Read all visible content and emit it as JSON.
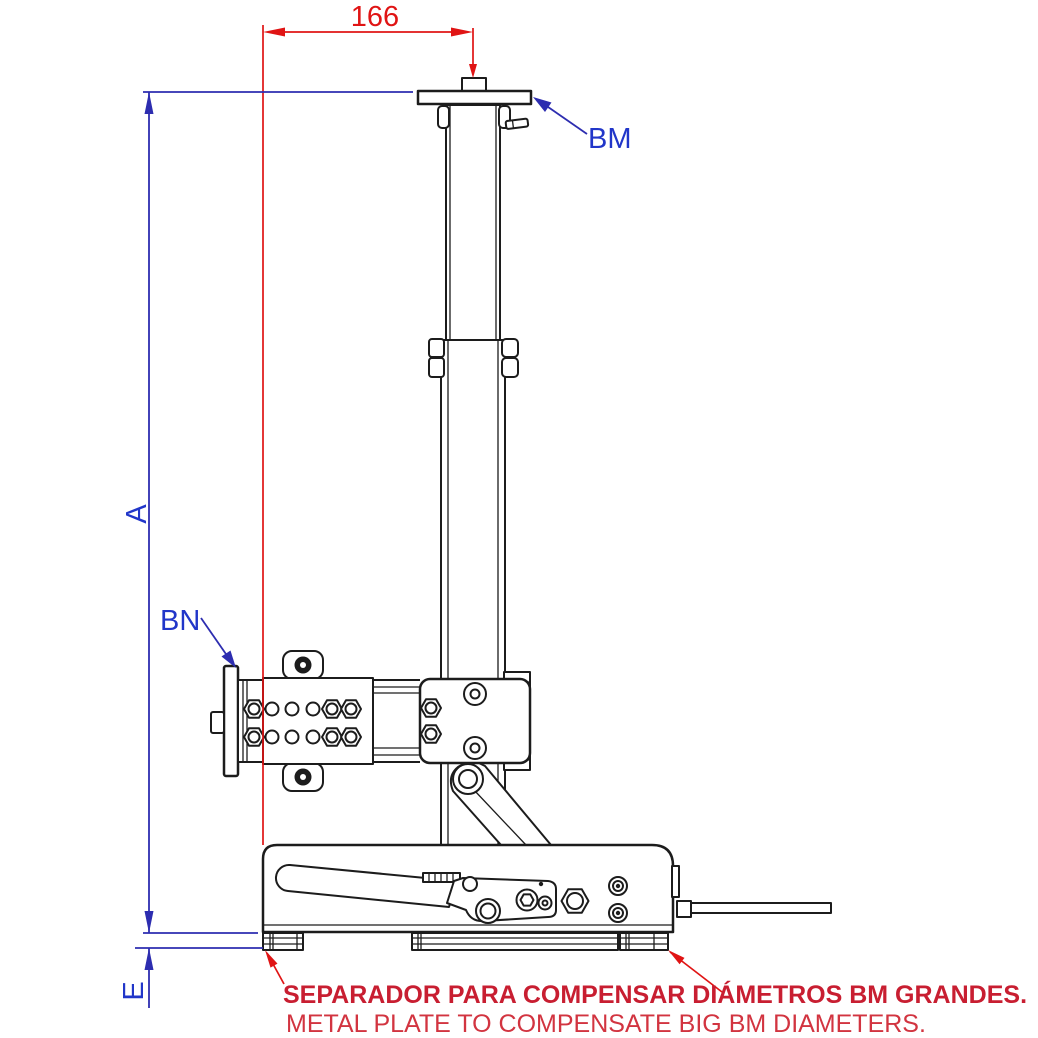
{
  "annotations": {
    "dim_width": "166",
    "dim_height_label": "A",
    "dim_foot_label": "E",
    "label_bm": "BM",
    "label_bn": "BN"
  },
  "callout": {
    "line1_es": "SEPARADOR PARA COMPENSAR DIÁMETROS BM GRANDES.",
    "line2_en": "METAL PLATE TO COMPENSATE BIG BM DIAMETERS."
  },
  "colors": {
    "line_black": "#1c1c1c",
    "dimension_red": "#e01414",
    "note_red_bold": "#c81e31",
    "note_red": "#d23440",
    "annotation_blue": "#2136c9",
    "leader_blue": "#2d2db0",
    "background": "#ffffff"
  }
}
